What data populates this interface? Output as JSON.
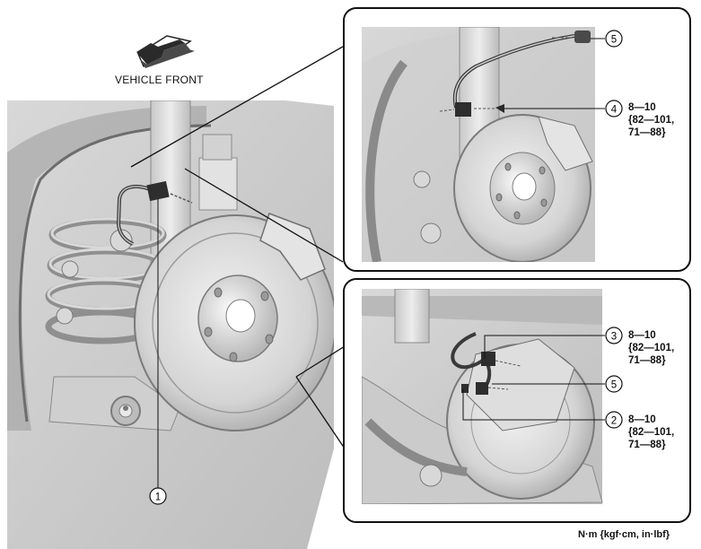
{
  "direction_label": "VEHICLE FRONT",
  "callouts": {
    "c1": "1",
    "c2": "2",
    "c3": "3",
    "c4": "4",
    "c5_top": "5",
    "c5_bottom": "5"
  },
  "torque": {
    "c4": {
      "line1": "8—10",
      "line2": "{82—101,",
      "line3": "71—88}"
    },
    "c3": {
      "line1": "8—10",
      "line2": "{82—101,",
      "line3": "71—88}"
    },
    "c2": {
      "line1": "8—10",
      "line2": "{82—101,",
      "line3": "71—88}"
    }
  },
  "units_note": "N·m {kgf·cm, in·lbf}"
}
